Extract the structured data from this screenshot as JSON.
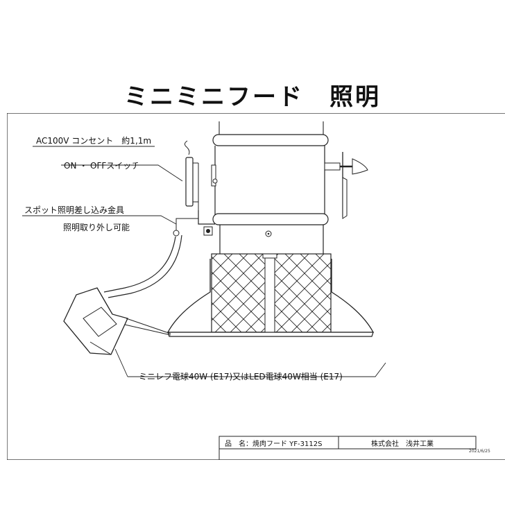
{
  "title": "ミニミニフード　照明",
  "callouts": {
    "outlet": "AC100V コンセント　約1,1m",
    "switch": "ON ・ OFFスイッチ",
    "bracket": "スポット照明差し込み金具",
    "removable": "照明取り外し可能",
    "bulb": "ミニレフ電球40W (E17)又はLED電球40W相当 (E17)"
  },
  "title_block": {
    "product_label": "品　名：焼肉フード YF-3112S",
    "company": "株式会社　浅井工業",
    "date": "2021/6/25"
  }
}
